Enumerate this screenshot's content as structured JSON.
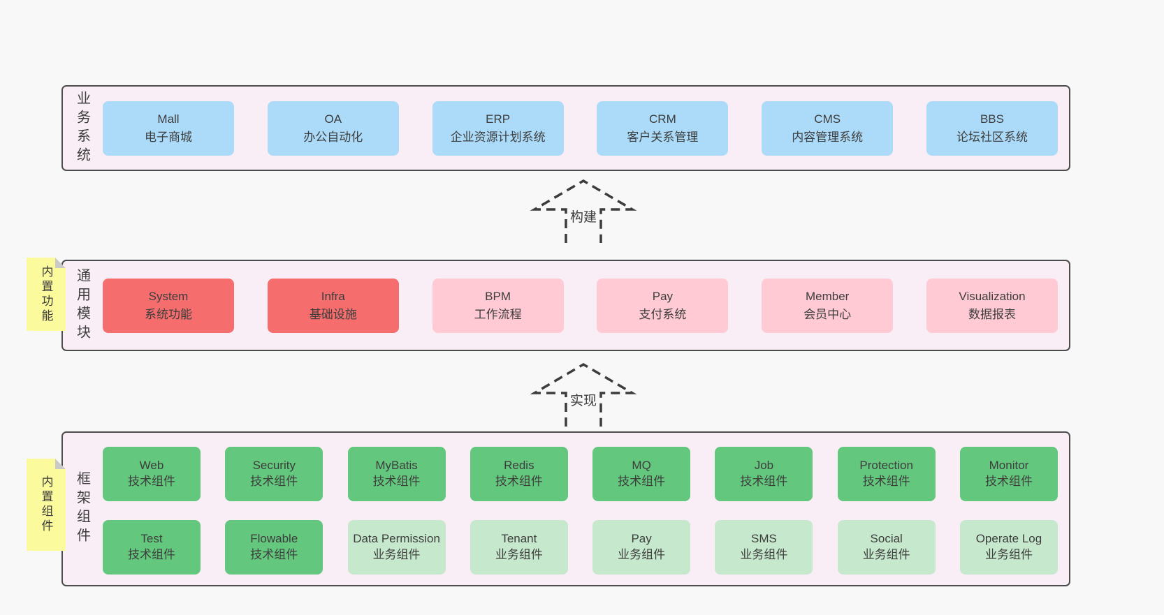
{
  "colors": {
    "page_bg": "#f8f8f8",
    "container_bg": "#f9edf6",
    "container_border": "#4c4c4c",
    "text": "#3d3d3d",
    "blue_box": "#abdbf9",
    "red_box": "#f56d6d",
    "pink_box": "#ffcad3",
    "green_box": "#63c87d",
    "light_green_box": "#c6e9cd",
    "note_bg": "#fbfb9e",
    "note_fold": "#c9c9c9",
    "arrow_stroke": "#3c3c3c"
  },
  "sections": [
    {
      "label": "业务系统",
      "boxes": [
        {
          "title": "Mall",
          "subtitle": "电子商城"
        },
        {
          "title": "OA",
          "subtitle": "办公自动化"
        },
        {
          "title": "ERP",
          "subtitle": "企业资源计划系统"
        },
        {
          "title": "CRM",
          "subtitle": "客户关系管理"
        },
        {
          "title": "CMS",
          "subtitle": "内容管理系统"
        },
        {
          "title": "BBS",
          "subtitle": "论坛社区系统"
        }
      ]
    },
    {
      "label": "通用模块",
      "note": "内置功能",
      "boxes": [
        {
          "title": "System",
          "subtitle": "系统功能"
        },
        {
          "title": "Infra",
          "subtitle": "基础设施"
        },
        {
          "title": "BPM",
          "subtitle": "工作流程"
        },
        {
          "title": "Pay",
          "subtitle": "支付系统"
        },
        {
          "title": "Member",
          "subtitle": "会员中心"
        },
        {
          "title": "Visualization",
          "subtitle": "数据报表"
        }
      ]
    },
    {
      "label": "框架组件",
      "note": "内置组件",
      "rows": [
        [
          {
            "title": "Web",
            "subtitle": "技术组件"
          },
          {
            "title": "Security",
            "subtitle": "技术组件"
          },
          {
            "title": "MyBatis",
            "subtitle": "技术组件"
          },
          {
            "title": "Redis",
            "subtitle": "技术组件"
          },
          {
            "title": "MQ",
            "subtitle": "技术组件"
          },
          {
            "title": "Job",
            "subtitle": "技术组件"
          },
          {
            "title": "Protection",
            "subtitle": "技术组件"
          },
          {
            "title": "Monitor",
            "subtitle": "技术组件"
          }
        ],
        [
          {
            "title": "Test",
            "subtitle": "技术组件"
          },
          {
            "title": "Flowable",
            "subtitle": "技术组件"
          },
          {
            "title": "Data Permission",
            "subtitle": "业务组件"
          },
          {
            "title": "Tenant",
            "subtitle": "业务组件"
          },
          {
            "title": "Pay",
            "subtitle": "业务组件"
          },
          {
            "title": "SMS",
            "subtitle": "业务组件"
          },
          {
            "title": "Social",
            "subtitle": "业务组件"
          },
          {
            "title": "Operate Log",
            "subtitle": "业务组件"
          }
        ]
      ]
    }
  ],
  "arrows": [
    {
      "label": "构建"
    },
    {
      "label": "实现"
    }
  ]
}
